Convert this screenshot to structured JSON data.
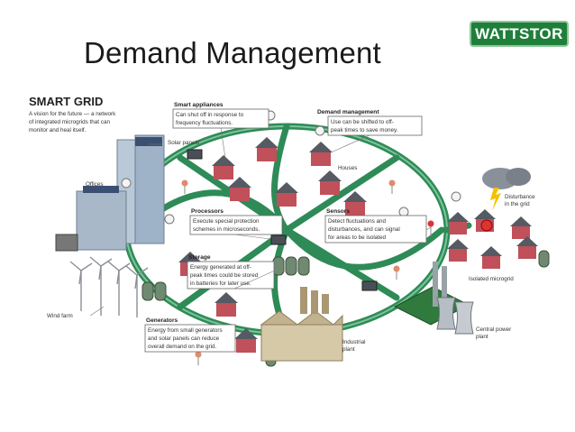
{
  "slide": {
    "title": "Demand Management",
    "logo_text": "WATTSTOR"
  },
  "diagram": {
    "heading": "SMART GRID",
    "intro": [
      "A vision for the future — a network",
      "of integrated microgrids that can",
      "monitor and heal itself."
    ],
    "labels": {
      "solar_panels": "Solar panels",
      "offices": "Offices",
      "houses": "Houses",
      "wind_farm": "Wind farm",
      "industrial_plant": [
        "Industrial",
        "plant"
      ],
      "central_power_plant": [
        "Central power",
        "plant"
      ],
      "isolated_microgrid": "Isolated microgrid",
      "disturbance": [
        "Disturbance",
        "in the grid"
      ]
    },
    "callouts": {
      "smart_appliances": {
        "title": "Smart appliances",
        "lines": [
          "Can shut off in response to",
          "frequency fluctuations."
        ]
      },
      "demand_management": {
        "title": "Demand management",
        "lines": [
          "Use can be shifted to off-",
          "peak times to save money."
        ]
      },
      "processors": {
        "title": "Processors",
        "lines": [
          "Execute special protection",
          "schemes in microseconds."
        ]
      },
      "sensors": {
        "title": "Sensors",
        "lines": [
          "Detect fluctuations and",
          "disturbances, and can signal",
          "for areas to be isolated"
        ]
      },
      "storage": {
        "title": "Storage",
        "lines": [
          "Energy generated at off-",
          "peak times could be stored",
          "in batteries for later use."
        ]
      },
      "generators": {
        "title": "Generators",
        "lines": [
          "Energy from small generators",
          "and solar panels can reduce",
          "overall demand on the grid."
        ]
      }
    },
    "colors": {
      "grid_line": "#2e8b57",
      "grid_dark": "#1f6b43",
      "house_wall": "#c0505a",
      "roof": "#555a63",
      "building": "#9fb3c8",
      "callout_border": "#666666",
      "logo_bg": "#1f7f3a"
    }
  }
}
